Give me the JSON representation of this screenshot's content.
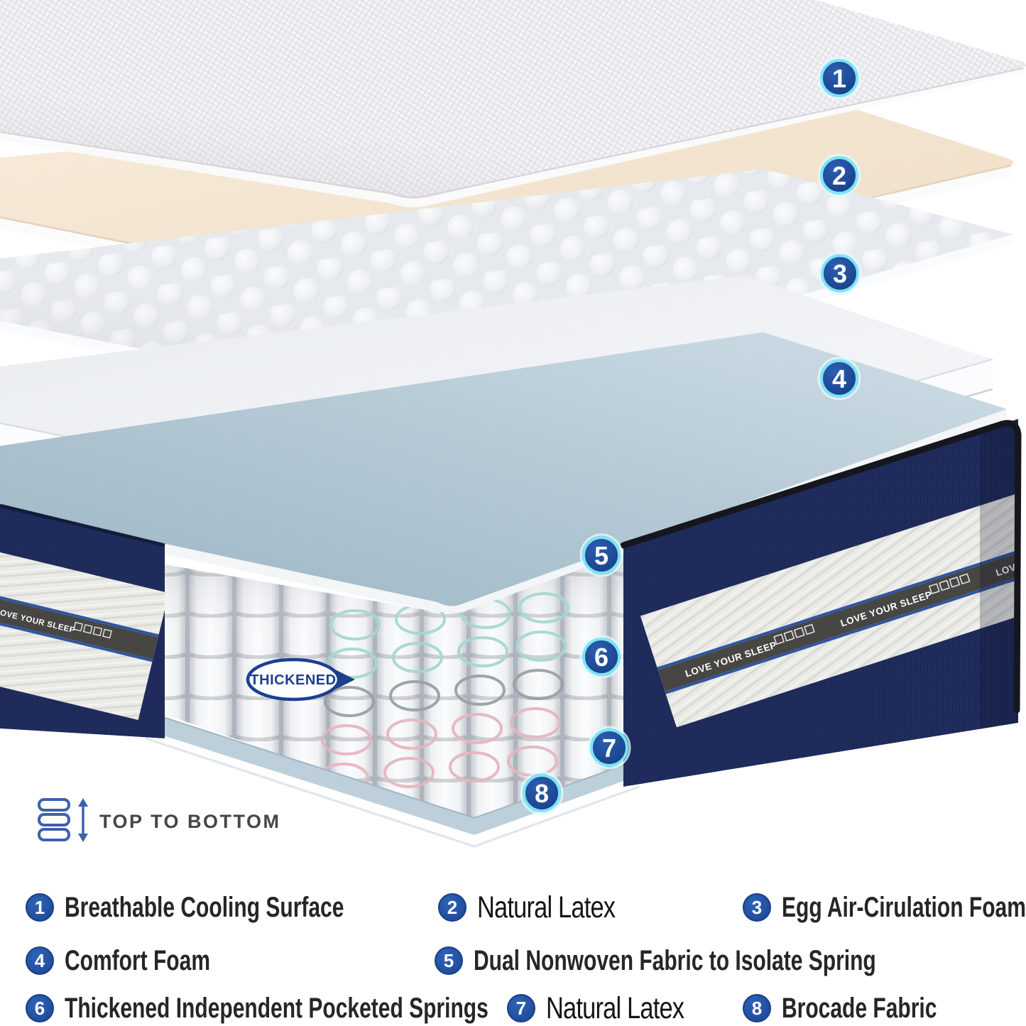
{
  "diagram": {
    "thickened_label": "THICKENED",
    "top_to_bottom_label": "TOP TO BOTTOM",
    "stripe_text": "LOVE YOUR SLEEP",
    "markers": [
      {
        "num": "1"
      },
      {
        "num": "2"
      },
      {
        "num": "3"
      },
      {
        "num": "4"
      },
      {
        "num": "5"
      },
      {
        "num": "6"
      },
      {
        "num": "7"
      },
      {
        "num": "8"
      }
    ]
  },
  "legend": {
    "items": [
      {
        "num": "1",
        "label": "Breathable Cooling Surface"
      },
      {
        "num": "2",
        "label": "Natural Latex"
      },
      {
        "num": "3",
        "label": "Egg Air-Cirulation Foam"
      },
      {
        "num": "4",
        "label": "Comfort Foam"
      },
      {
        "num": "5",
        "label": "Dual Nonwoven Fabric to Isolate Spring"
      },
      {
        "num": "6",
        "label": "Thickened Independent Pocketed Springs"
      },
      {
        "num": "7",
        "label": "Natural Latex"
      },
      {
        "num": "8",
        "label": "Brocade Fabric"
      }
    ]
  },
  "colors": {
    "marker_blue": "#1d4a9c",
    "marker_ring_cyan": "#7de4f6",
    "legend_blue": "#2353a4",
    "navy_fabric": "#1f2c5c",
    "cream_latex": "#f3e5d0",
    "nonwoven_blue": "#aec5d2",
    "stripe_gray": "#474643",
    "stripe_edge_blue": "#2f55a4",
    "coil_teal": "#a6d8d0",
    "coil_pink": "#e6b6c0",
    "thickened_navy": "#1c3f8e"
  }
}
